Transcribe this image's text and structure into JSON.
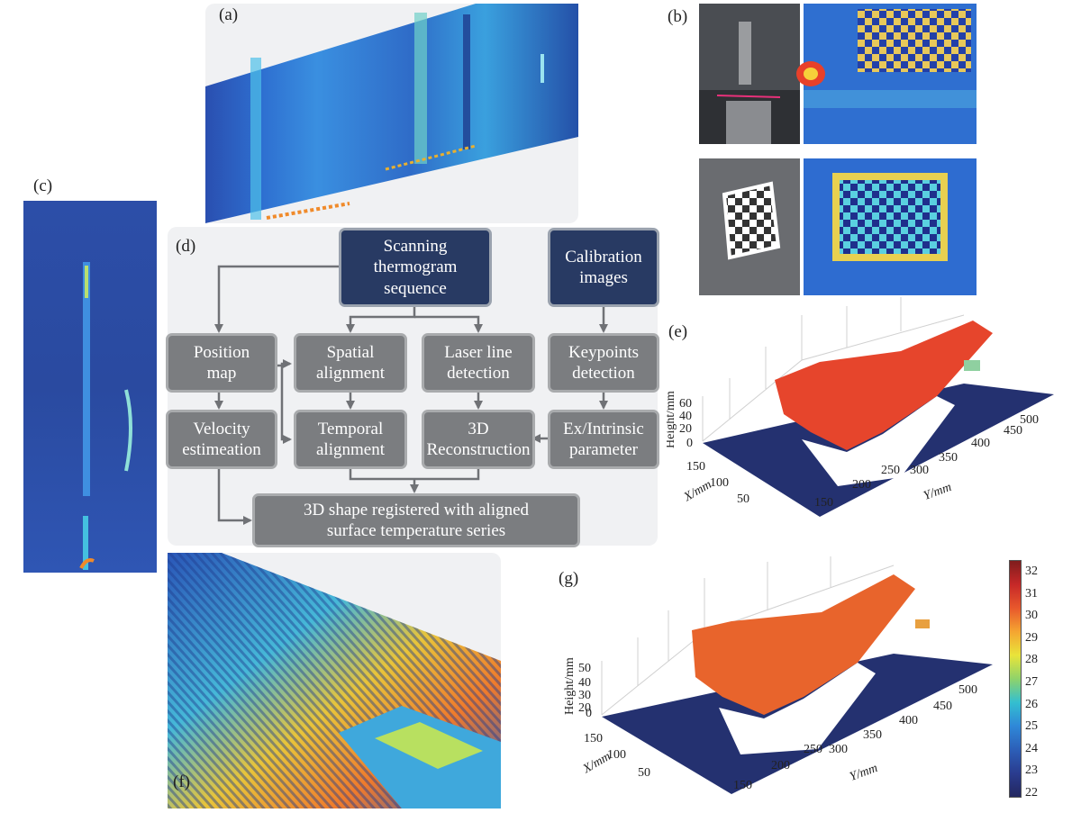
{
  "labels": {
    "a": "(a)",
    "b": "(b)",
    "c": "(c)",
    "d": "(d)",
    "e": "(e)",
    "f": "(f)",
    "g": "(g)"
  },
  "flowchart": {
    "scan_seq": "Scanning thermogram sequence",
    "calib": "Calibration images",
    "position_map": "Position map",
    "spatial": "Spatial alignment",
    "laser": "Laser line detection",
    "keypoints": "Keypoints detection",
    "velocity": "Velocity estimeation",
    "temporal": "Temporal alignment",
    "recon": "3D Reconstruction",
    "param": "Ex/Intrinsic parameter",
    "final": "3D shape registered with aligned surface temperature series"
  },
  "plot_e": {
    "zlabel": "Height/mm",
    "xlabel": "X/mm",
    "ylabel": "Y/mm",
    "zticks": [
      "60",
      "40",
      "20",
      "0"
    ],
    "xticks": [
      "150",
      "100",
      "50"
    ],
    "yticks": [
      "150",
      "200",
      "250",
      "300",
      "350",
      "400",
      "450",
      "500"
    ]
  },
  "plot_g": {
    "zlabel": "Height/mm",
    "xlabel": "X/mm",
    "ylabel": "Y/mm",
    "zticks": [
      "50",
      "40",
      "30",
      "20",
      "0"
    ],
    "xticks": [
      "150",
      "100",
      "50"
    ],
    "yticks": [
      "150",
      "200",
      "250",
      "300",
      "350",
      "400",
      "450",
      "500"
    ]
  },
  "colorbar": {
    "ticks": [
      "32",
      "31",
      "30",
      "29",
      "28",
      "27",
      "26",
      "25",
      "24",
      "23",
      "22"
    ],
    "colors": [
      "#7f1d1d",
      "#c62828",
      "#e8582c",
      "#f5a531",
      "#e9e43a",
      "#8fd36a",
      "#33bfd0",
      "#2f88d8",
      "#2c5fb8",
      "#2a3c8f",
      "#23275f"
    ]
  }
}
